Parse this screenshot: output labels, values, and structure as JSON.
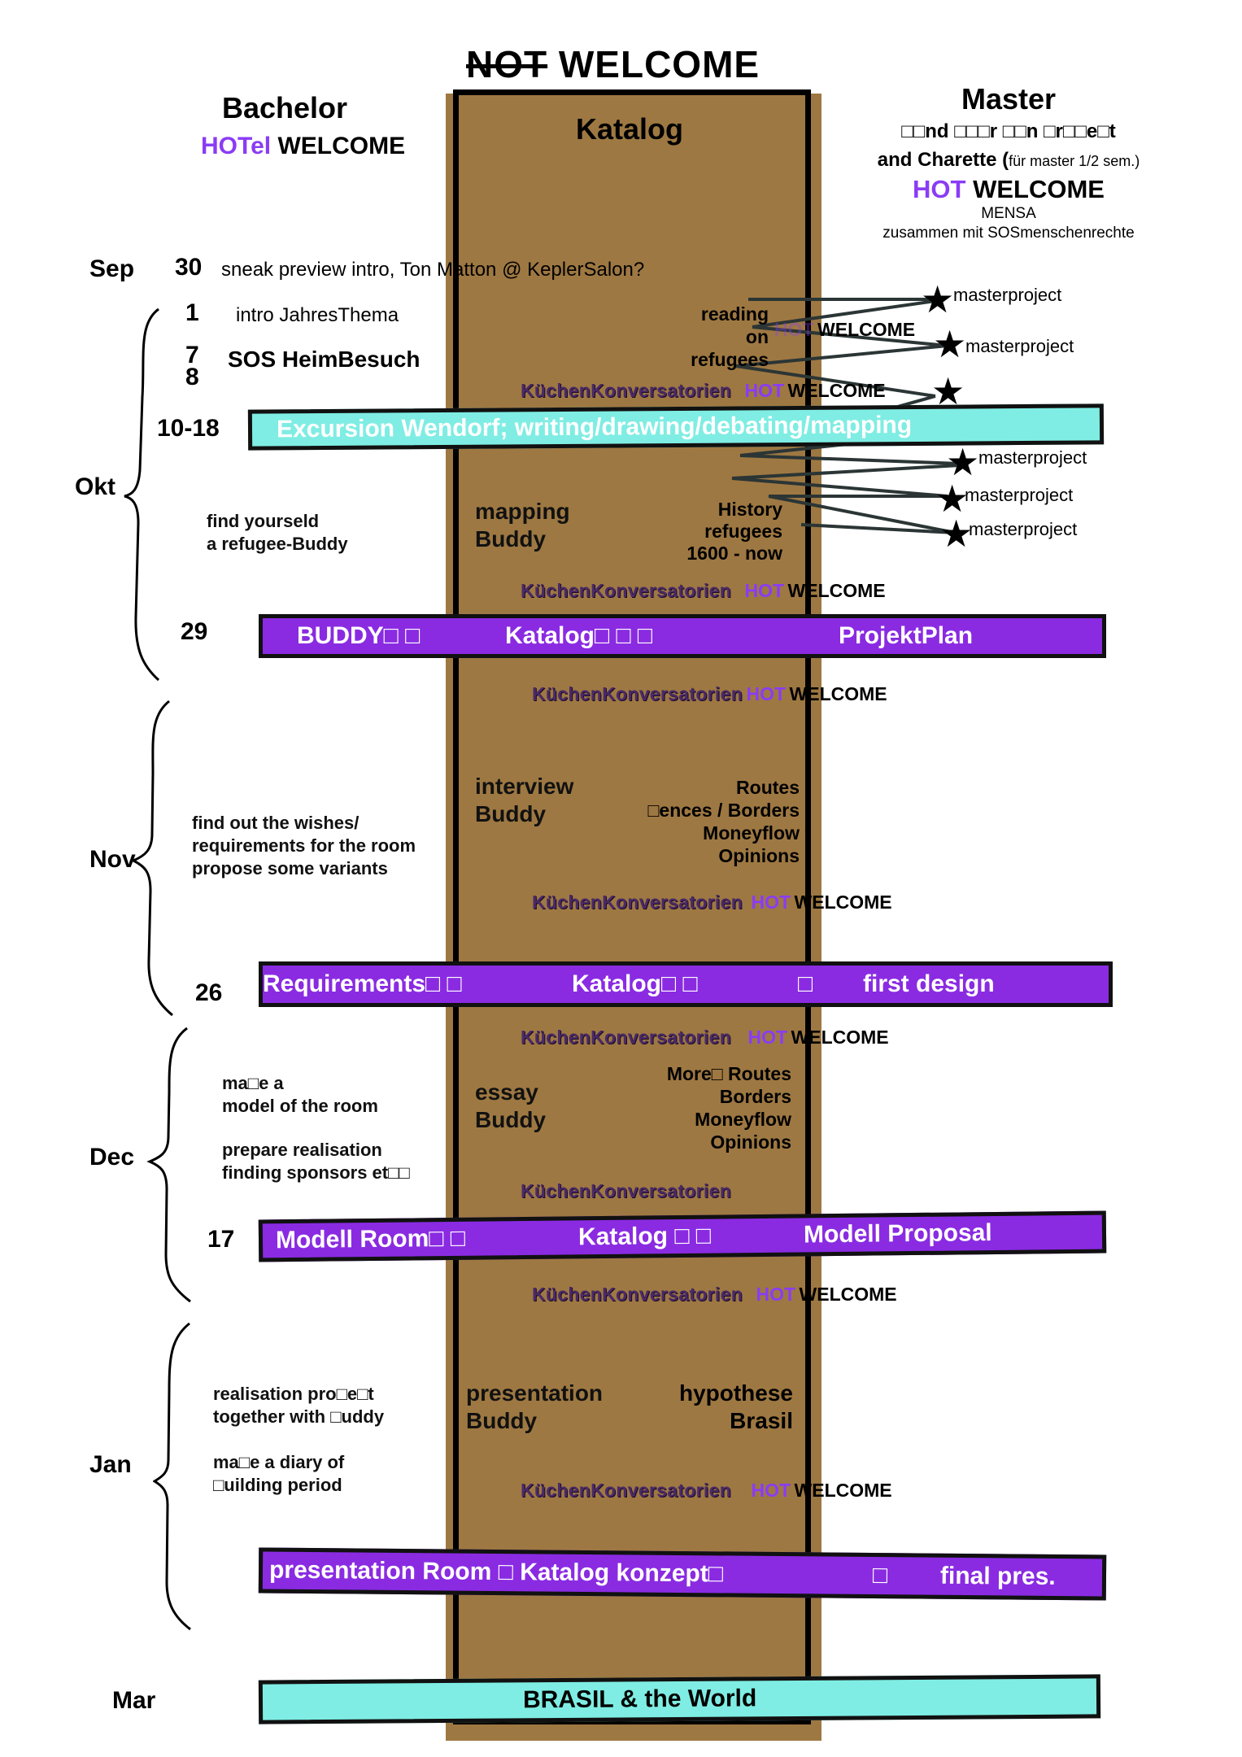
{
  "title": {
    "struck": "NOT",
    "rest": "WELCOME"
  },
  "column": {
    "title": "Katalog"
  },
  "bachelor": {
    "title": "Bachelor",
    "hot": "HOTel",
    "welcome": "WELCOME"
  },
  "master": {
    "title": "Master",
    "line1": "□□nd □□□r □□n □r□□e□t",
    "line2_bold": "and Charette (",
    "line2_small": "für master 1/2 sem.)",
    "hot": "HOT",
    "welcome": "WELCOME",
    "mensa": "MENSA",
    "partner": "zusammen mit SOSmenschenrechte"
  },
  "colors": {
    "purple": "#8a2be2",
    "cyan": "#7fede3",
    "column": "#9e7842",
    "hot": "#8a3cf5"
  },
  "months": [
    "Sep",
    "Okt",
    "Nov",
    "Dec",
    "Jan",
    "Mar"
  ],
  "sep": {
    "day": "30",
    "text": "sneak preview intro, Ton Matton @ KeplerSalon?"
  },
  "okt": {
    "d1": "1",
    "t1": "intro JahresThema",
    "d7": "7",
    "d8": "8",
    "t7": "SOS HeimBesuch",
    "d10": "10-18",
    "excursion": "Excursion Wendorf; writing/drawing/debating/mapping",
    "note_l1": "find yourseld",
    "note_l2": "a refugee-Buddy",
    "col_left_1": "mapping",
    "col_left_2": "Buddy",
    "col_right_1": "History",
    "col_right_2": "refugees",
    "col_right_3": "1600 - now",
    "reading_1": "reading",
    "reading_2": "on",
    "reading_3": "refugees",
    "d29": "29",
    "band29": {
      "a": "BUDDY□  □",
      "b": "Katalog□   □        □",
      "c": "ProjektPlan"
    }
  },
  "masterprojects": [
    "masterproject",
    "masterproject",
    "masterproject",
    "masterproject",
    "masterproject"
  ],
  "kitchen": {
    "label": "KüchenKonversatorien",
    "hot": "HOT",
    "welcome": "WELCOME"
  },
  "nov": {
    "note_l1": "find out the wishes/",
    "note_l2": "requirements for the room",
    "note_l3": "propose some variants",
    "col_left_1": "interview",
    "col_left_2": "Buddy",
    "col_right_1": "Routes",
    "col_right_2": "□ences / Borders",
    "col_right_3": "Moneyflow",
    "col_right_4": "Opinions",
    "d26": "26",
    "band26": {
      "a": "Requirements□   □",
      "b": "Katalog□   □",
      "c": "□",
      "d": "first design"
    }
  },
  "dec": {
    "note_l1": "ma□e a",
    "note_l2": "model of the room",
    "note_l3": "prepare realisation",
    "note_l4": "finding sponsors et□□",
    "col_left_1": "essay",
    "col_left_2": "Buddy",
    "col_right_1": "More□   Routes",
    "col_right_2": "Borders",
    "col_right_3": "Moneyflow",
    "col_right_4": "Opinions",
    "d17": "17",
    "band17": {
      "a": "Modell Room□    □",
      "b": "Katalog □  □",
      "c": "Modell Proposal"
    }
  },
  "jan": {
    "note_l1": "realisation pro□e□t",
    "note_l2": "together with □uddy",
    "note_l3": "ma□e a diary of",
    "note_l4": "□uilding period",
    "col_left_1": "presentation",
    "col_left_2": "Buddy",
    "col_right_1": "hypothese",
    "col_right_2": "Brasil",
    "band": {
      "a": "presentation Room □ Katalog konzept□",
      "b": "□",
      "c": "final pres."
    }
  },
  "mar": {
    "band": "BRASIL & the World"
  }
}
